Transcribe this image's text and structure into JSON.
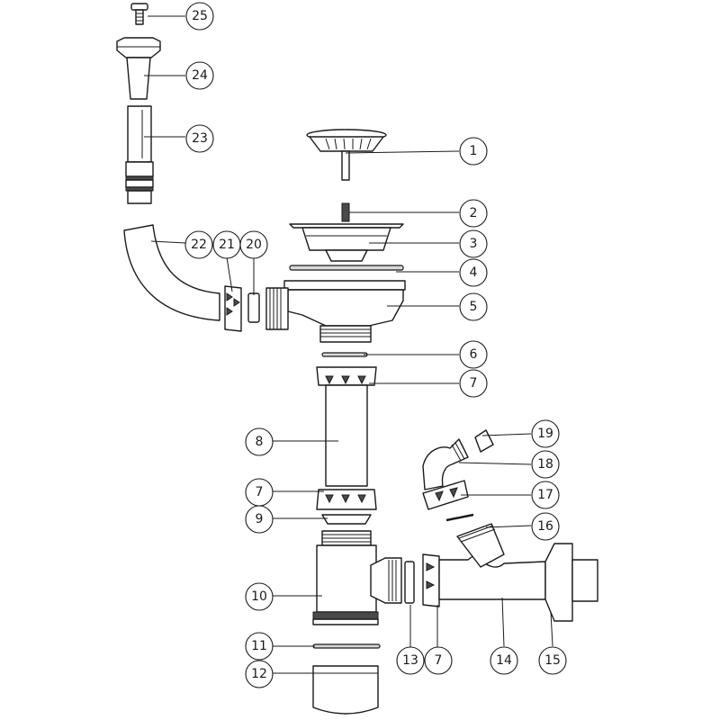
{
  "callouts": [
    {
      "id": "c25",
      "label": "25"
    },
    {
      "id": "c24",
      "label": "24"
    },
    {
      "id": "c23",
      "label": "23"
    },
    {
      "id": "c1",
      "label": "1"
    },
    {
      "id": "c2",
      "label": "2"
    },
    {
      "id": "c22",
      "label": "22"
    },
    {
      "id": "c21",
      "label": "21"
    },
    {
      "id": "c20",
      "label": "20"
    },
    {
      "id": "c3",
      "label": "3"
    },
    {
      "id": "c4",
      "label": "4"
    },
    {
      "id": "c5",
      "label": "5"
    },
    {
      "id": "c6",
      "label": "6"
    },
    {
      "id": "c7a",
      "label": "7"
    },
    {
      "id": "c8",
      "label": "8"
    },
    {
      "id": "c19",
      "label": "19"
    },
    {
      "id": "c18",
      "label": "18"
    },
    {
      "id": "c7b",
      "label": "7"
    },
    {
      "id": "c17",
      "label": "17"
    },
    {
      "id": "c9",
      "label": "9"
    },
    {
      "id": "c16",
      "label": "16"
    },
    {
      "id": "c10",
      "label": "10"
    },
    {
      "id": "c11",
      "label": "11"
    },
    {
      "id": "c13",
      "label": "13"
    },
    {
      "id": "c7c",
      "label": "7"
    },
    {
      "id": "c14",
      "label": "14"
    },
    {
      "id": "c15",
      "label": "15"
    },
    {
      "id": "c12",
      "label": "12"
    }
  ]
}
